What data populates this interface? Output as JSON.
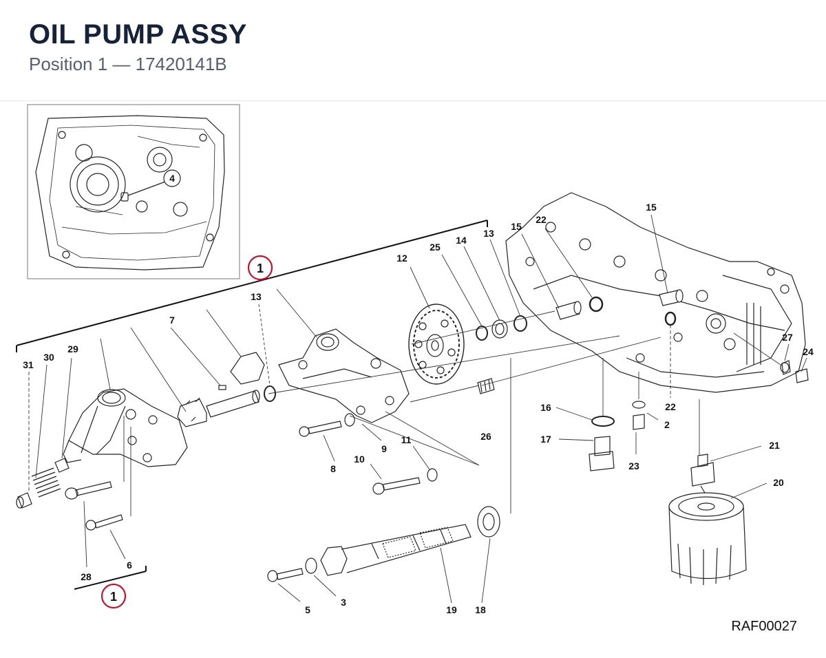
{
  "header": {
    "title": "OIL PUMP ASSY",
    "subtitle": "Position 1 — 17420141B"
  },
  "diagram": {
    "inset_callout": "4",
    "highlight_callouts": [
      "1",
      "1"
    ],
    "reference_code": "RAF00027",
    "callouts": [
      {
        "id": "c31",
        "label": "31"
      },
      {
        "id": "c30",
        "label": "30"
      },
      {
        "id": "c29",
        "label": "29"
      },
      {
        "id": "c7",
        "label": "7"
      },
      {
        "id": "c13a",
        "label": "13"
      },
      {
        "id": "c12",
        "label": "12"
      },
      {
        "id": "c25",
        "label": "25"
      },
      {
        "id": "c14",
        "label": "14"
      },
      {
        "id": "c13b",
        "label": "13"
      },
      {
        "id": "c15a",
        "label": "15"
      },
      {
        "id": "c22a",
        "label": "22"
      },
      {
        "id": "c15b",
        "label": "15"
      },
      {
        "id": "c27",
        "label": "27"
      },
      {
        "id": "c24",
        "label": "24"
      },
      {
        "id": "c22b",
        "label": "22"
      },
      {
        "id": "c16",
        "label": "16"
      },
      {
        "id": "c2",
        "label": "2"
      },
      {
        "id": "c17",
        "label": "17"
      },
      {
        "id": "c23",
        "label": "23"
      },
      {
        "id": "c21",
        "label": "21"
      },
      {
        "id": "c20",
        "label": "20"
      },
      {
        "id": "c26",
        "label": "26"
      },
      {
        "id": "c9",
        "label": "9"
      },
      {
        "id": "c8",
        "label": "8"
      },
      {
        "id": "c11",
        "label": "11"
      },
      {
        "id": "c10",
        "label": "10"
      },
      {
        "id": "c28",
        "label": "28"
      },
      {
        "id": "c6",
        "label": "6"
      },
      {
        "id": "c5",
        "label": "5"
      },
      {
        "id": "c3",
        "label": "3"
      },
      {
        "id": "c19",
        "label": "19"
      },
      {
        "id": "c18",
        "label": "18"
      }
    ]
  }
}
